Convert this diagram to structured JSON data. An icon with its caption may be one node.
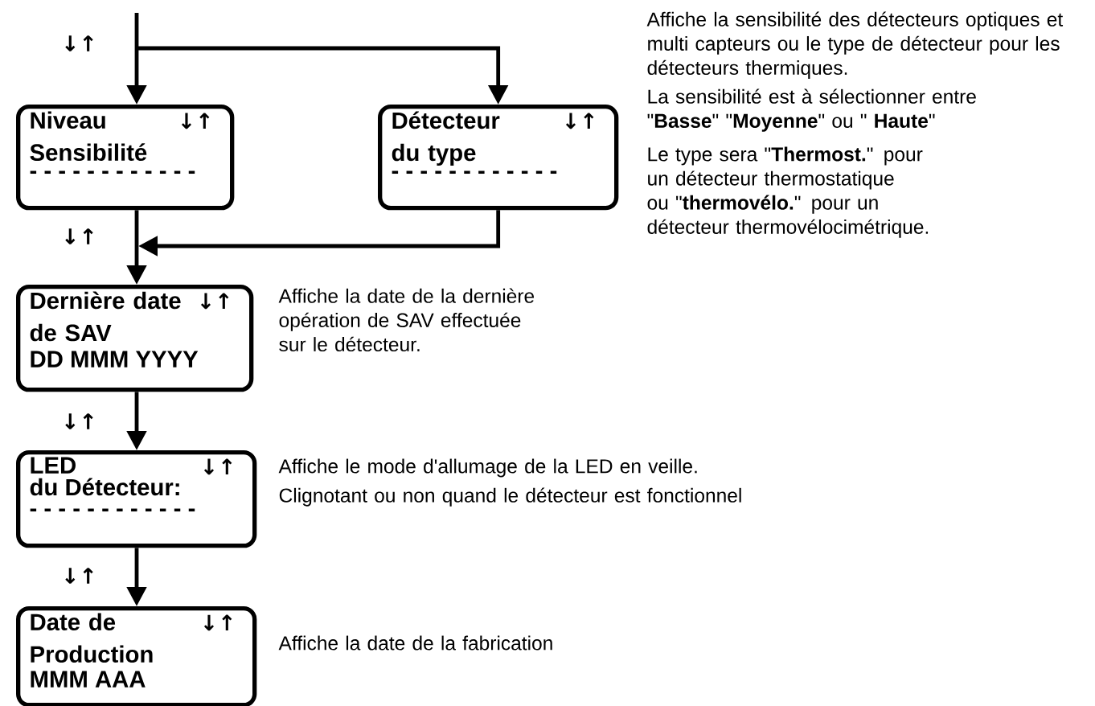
{
  "diagram": {
    "nodes": [
      {
        "text": [
          "Niveau Sensibilité",
          "↓↑",
          "- - - - - - - - - - - -"
        ]
      },
      {
        "text": [
          "Détecteur du type",
          "↓↑",
          "- - - - - - - - - - - -"
        ]
      },
      {
        "text": [
          "Dernière date de SAV",
          "↓↑",
          "DD MMM YYYY"
        ],
        "beside": [
          "Affiche la date de la dernière opération de SAV effectuée sur le détecteur."
        ]
      },
      {
        "text": [
          "LED",
          "↓↑",
          "du Détecteur:",
          "- - - - - - - - - - - -"
        ],
        "beside": [
          "Affiche le mode d'allumage de la LED en veille.",
          "Clignotant ou non quand le détecteur est fonctionnel"
        ]
      },
      {
        "text": [
          "Date de Production",
          "↓↑",
          "MMM AAA"
        ],
        "beside": [
          "Affiche la date de la fabrication"
        ]
      }
    ],
    "edges": [
      {
        "from": null,
        "to": 0,
        "arrow": "to",
        "label": "↓↑"
      },
      {
        "from": null,
        "to": 1,
        "arrow": "to"
      },
      {
        "from": 0,
        "to": 2,
        "arrow": "to",
        "label": "↓↑"
      },
      {
        "from": 1,
        "to": 2,
        "arrow": "to"
      },
      {
        "from": 2,
        "to": 3,
        "arrow": "to",
        "label": "↓↑"
      },
      {
        "from": 3,
        "to": 4,
        "arrow": "to",
        "label": "↓↑"
      }
    ],
    "labels": [
      "Affiche la sensibilité des détecteurs optiques et multi capteurs ou le type de détecteur pour les détecteurs thermiques.",
      "La sensibilité est à sélectionner entre \"**Basse**\" \"**Moyenne**\" ou \" **Haute**\"",
      "Le type sera \"**Thermost.**\" pour un détecteur thermostatique ou \"**thermovélo.**\" pour un détecteur thermovélocimétrique."
    ]
  }
}
